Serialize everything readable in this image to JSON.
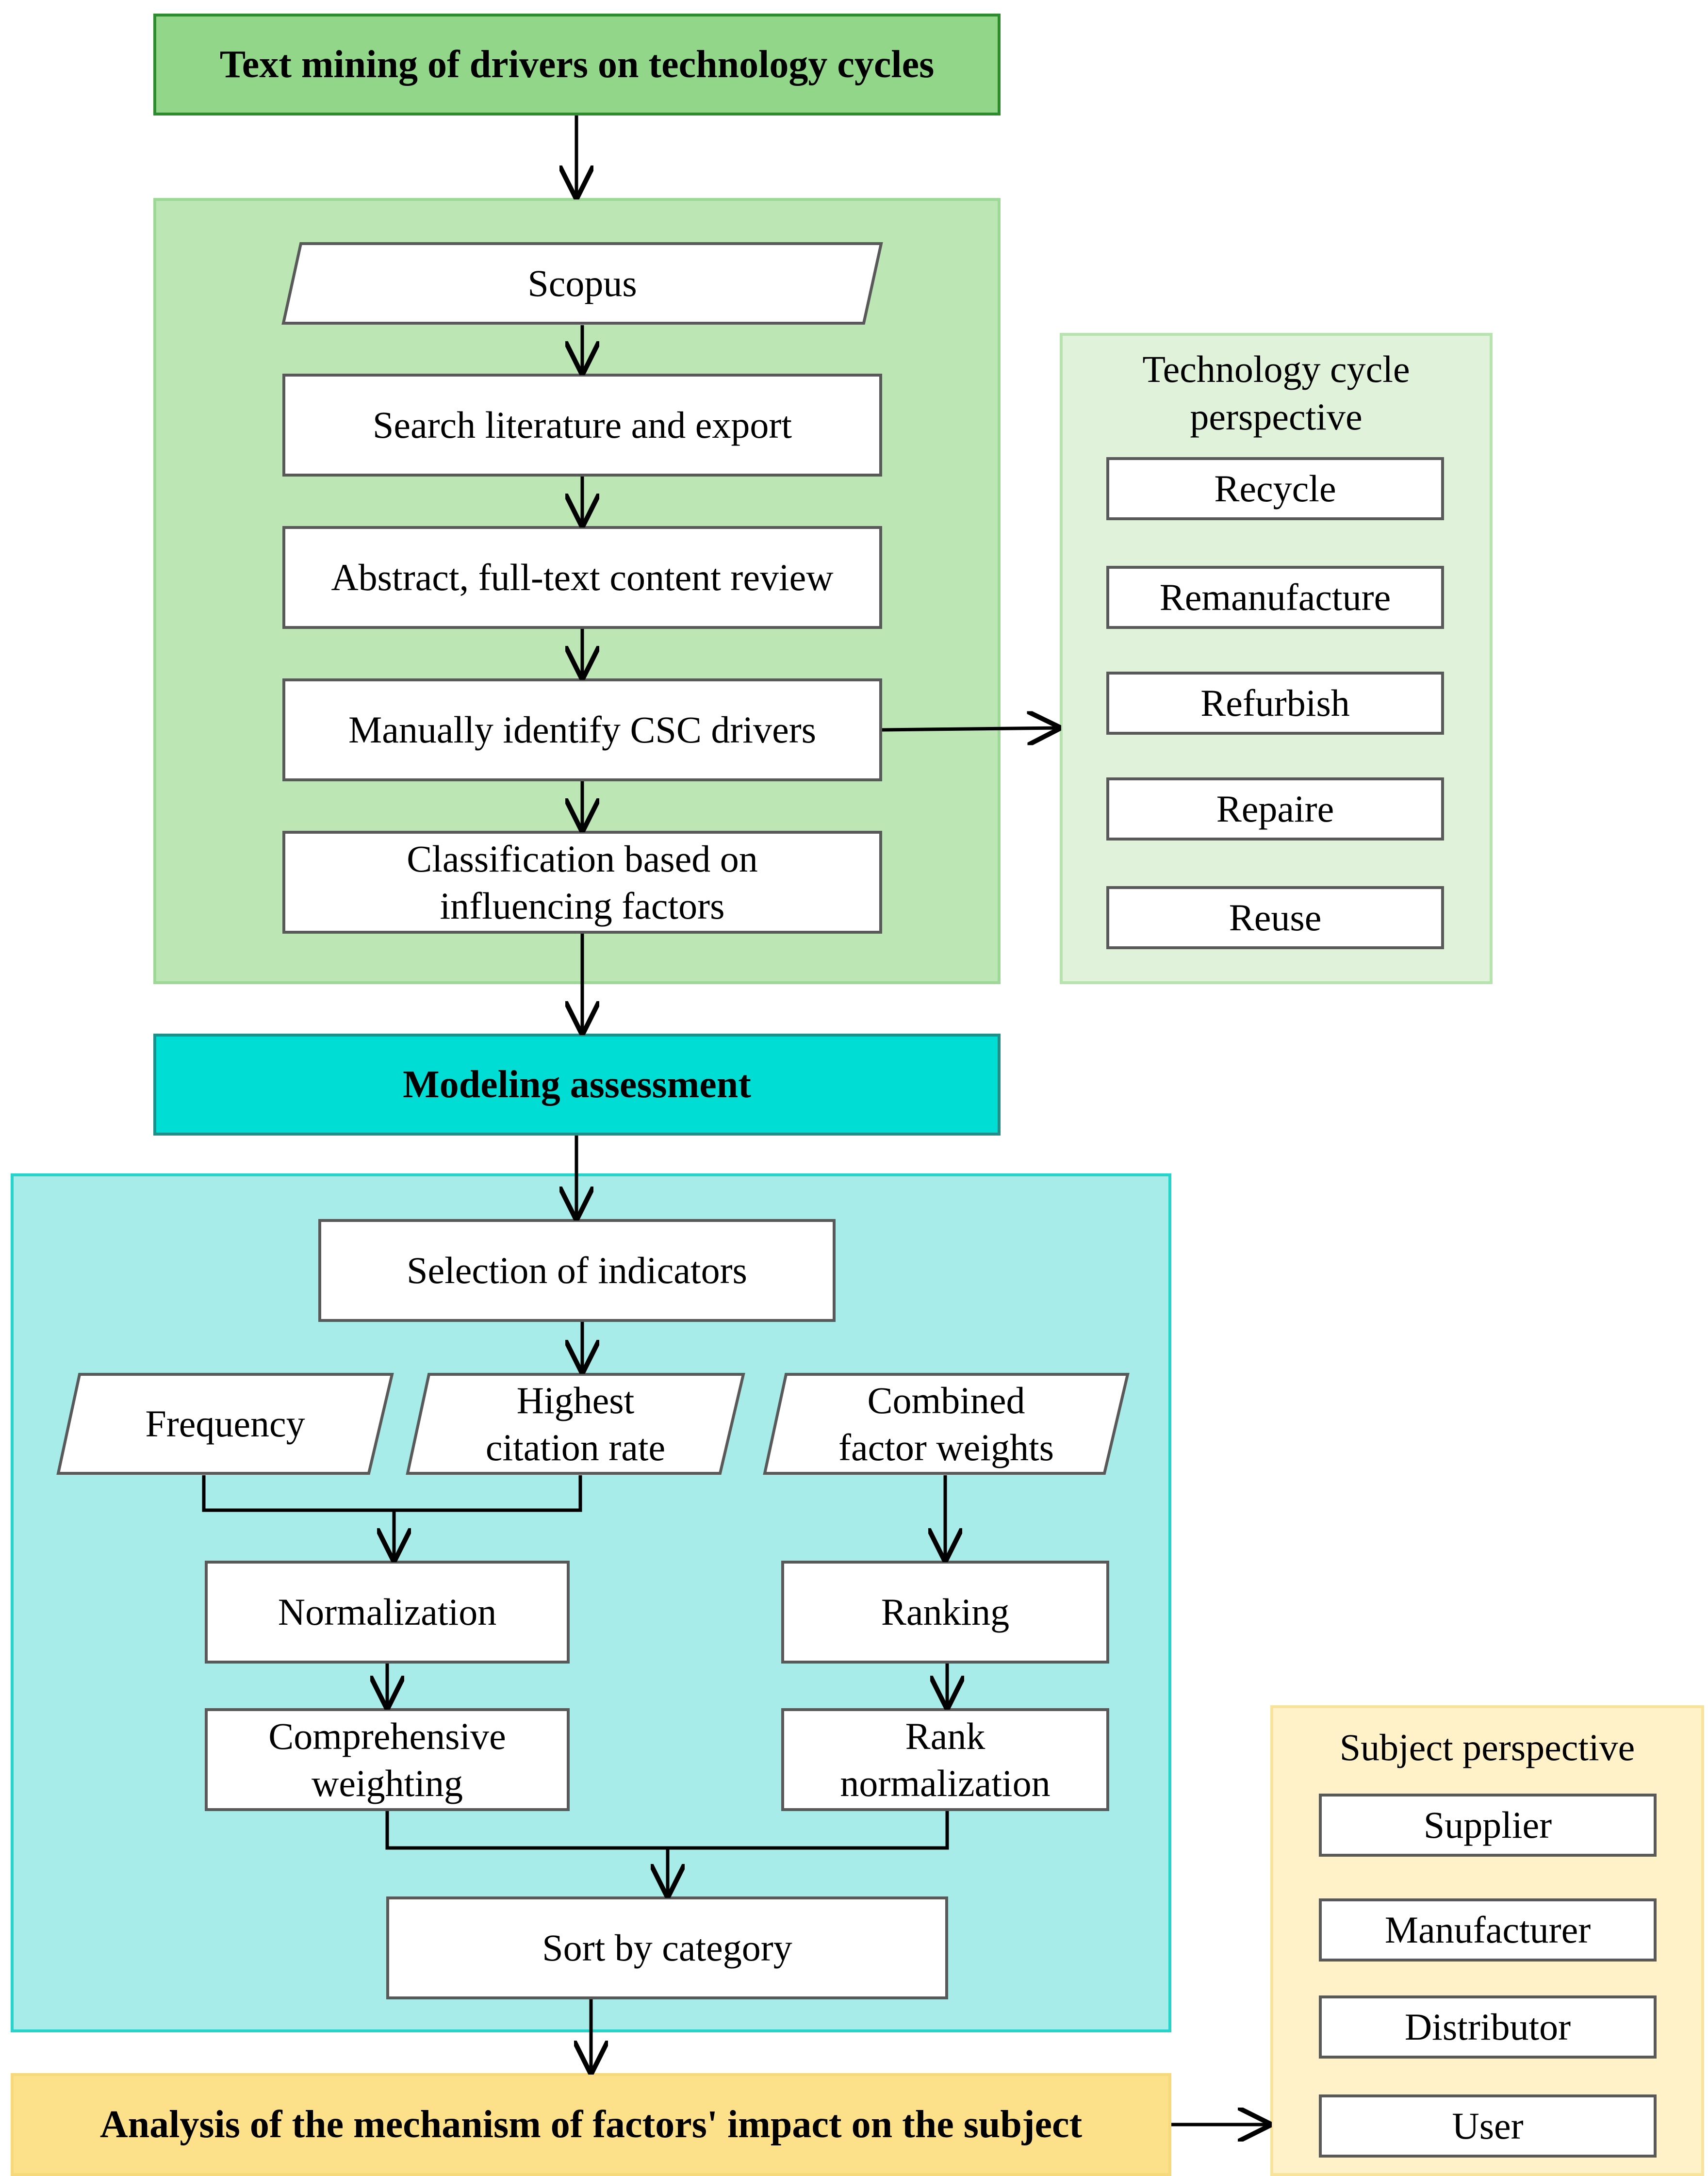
{
  "sections": {
    "text_mining": {
      "title": "Text mining of drivers on technology cycles",
      "steps": {
        "scopus": "Scopus",
        "search": "Search literature and export",
        "review": "Abstract, full-text content review",
        "identify": "Manually identify CSC drivers",
        "classify": "Classification based on influencing factors"
      }
    },
    "modeling": {
      "title": "Modeling assessment",
      "steps": {
        "selection": "Selection of indicators",
        "frequency": "Frequency",
        "citation": "Highest citation rate",
        "combined": "Combined factor weights",
        "normalization": "Normalization",
        "comprehensive": "Comprehensive weighting",
        "ranking": "Ranking",
        "rank_norm": "Rank normalization",
        "sort": "Sort by category"
      }
    },
    "analysis": {
      "title": "Analysis of the mechanism of factors' impact on the subject"
    }
  },
  "tech_cycle": {
    "title": "Technology cycle perspective",
    "items": [
      "Recycle",
      "Remanufacture",
      "Refurbish",
      "Repaire",
      "Reuse"
    ]
  },
  "subject": {
    "title": "Subject perspective",
    "items": [
      "Supplier",
      "Manufacturer",
      "Distributor",
      "User"
    ]
  },
  "colors": {
    "header_green": "#92d68a",
    "panel_green": "#bce6b4",
    "panel_light_green": "#e0f2da",
    "header_teal": "#00ddd5",
    "panel_teal": "#a7ece8",
    "header_yellow": "#fde08a",
    "panel_yellow": "#fff1c8"
  }
}
